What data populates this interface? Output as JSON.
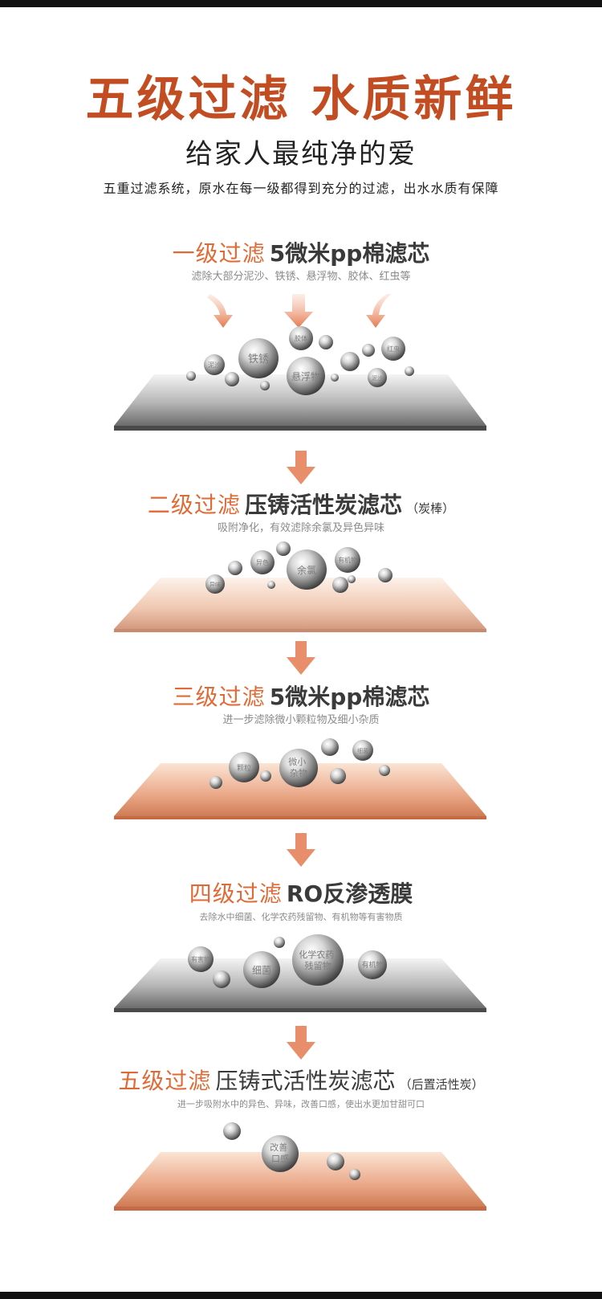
{
  "header": {
    "headline": "五级过滤 水质新鲜",
    "subheadline": "给家人最纯净的爱",
    "tagline": "五重过滤系统，原水在每一级都得到充分的过滤，出水水质有保障"
  },
  "colors": {
    "brand_orange": "#c34d22",
    "level_orange": "#e06a35",
    "arrow_orange": "#e57a50"
  },
  "stages": [
    {
      "level": "一级过滤",
      "name": "5微米pp棉滤芯",
      "note": "",
      "desc": "滤除大部分泥沙、铁锈、悬浮物、胶体、红虫等",
      "bubbles": [
        "铁锈",
        "悬浮物",
        "泥沙",
        "胶体",
        "红虫",
        "泥沙"
      ]
    },
    {
      "level": "二级过滤",
      "name": "压铸活性炭滤芯",
      "note": "（炭棒）",
      "desc": "吸附净化，有效滤除余氯及异色异味",
      "bubbles": [
        "余氯",
        "异色",
        "有机物",
        "异味"
      ]
    },
    {
      "level": "三级过滤",
      "name": "5微米pp棉滤芯",
      "note": "",
      "desc": "进一步滤除微小颗粒物及细小杂质",
      "bubbles": [
        "颗粒",
        "微小\n杂物",
        "细菌"
      ]
    },
    {
      "level": "四级过滤",
      "name": "RO反渗透膜",
      "note": "",
      "desc": "去除水中细菌、化学农药残留物、有机物等有害物质",
      "bubbles": [
        "化学农药\n残留物",
        "细菌",
        "有机物",
        "有害物"
      ]
    },
    {
      "level": "五级过滤",
      "name": "压铸式活性炭滤芯",
      "note": "（后置活性炭）",
      "desc": "进一步吸附水中的异色、异味，改善口感，使出水更加甘甜可口",
      "bubbles": [
        "改善\n口感"
      ]
    }
  ]
}
